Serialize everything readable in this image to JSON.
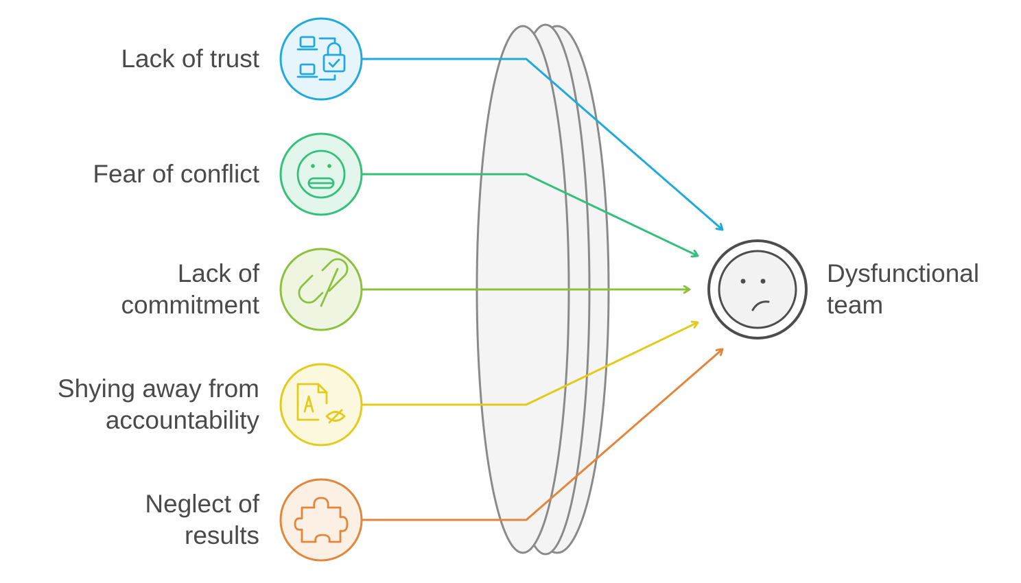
{
  "causes": [
    {
      "label": "Lack of trust",
      "color": "#1fa9dd",
      "fill": "#e6f4fc",
      "icon": "laptops-lock-icon"
    },
    {
      "label": "Fear of conflict",
      "color": "#33c07b",
      "fill": "#e3f6ec",
      "icon": "grimace-face-icon"
    },
    {
      "label": "Lack of\ncommitment",
      "color": "#8cc13c",
      "fill": "#eef6e2",
      "icon": "broken-link-icon"
    },
    {
      "label": "Shying away from\naccountability",
      "color": "#e2cb1a",
      "fill": "#fcf8de",
      "icon": "hidden-document-icon"
    },
    {
      "label": "Neglect of\nresults",
      "color": "#e1863a",
      "fill": "#fcefe3",
      "icon": "puzzle-piece-icon"
    }
  ],
  "outcome": {
    "label": "Dysfunctional\nteam",
    "icon": "frown-face-icon",
    "color": "#4d4d4d",
    "fill": "#f2f2f2"
  },
  "lens": {
    "color": "#8a8a8a",
    "fill": "#f4f4f4"
  }
}
